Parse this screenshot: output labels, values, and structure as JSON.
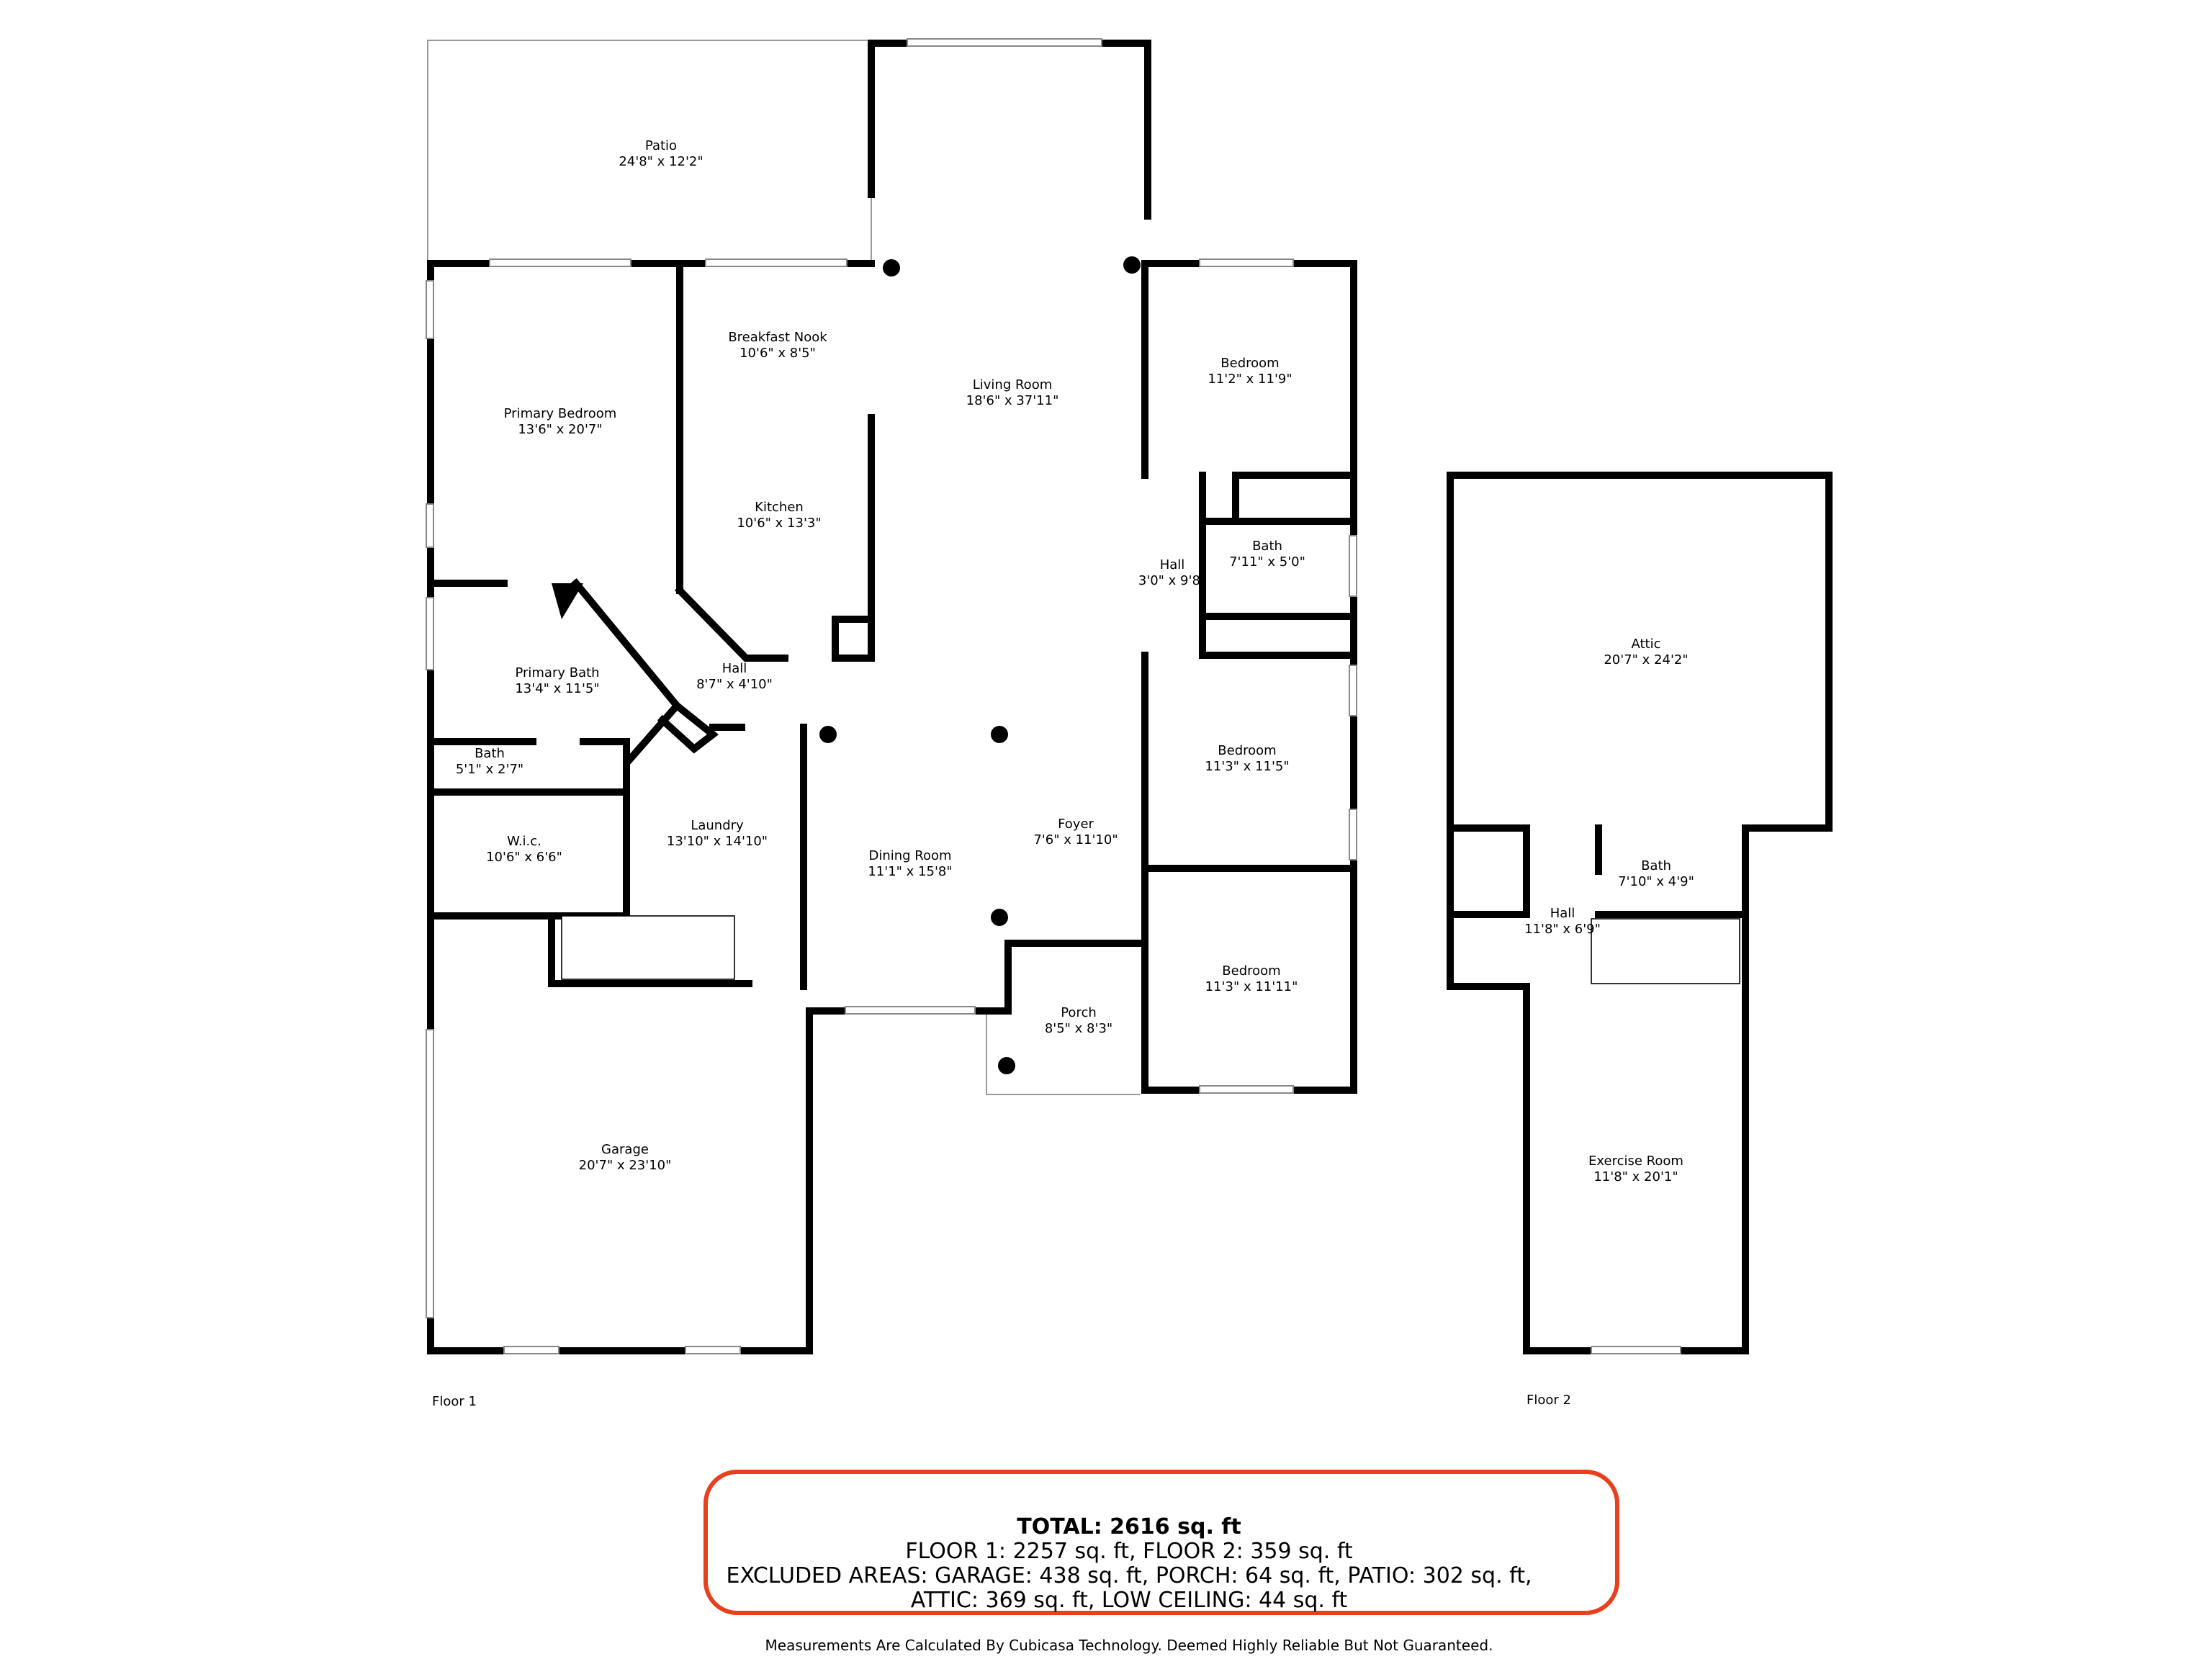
{
  "floors": [
    "Floor 1",
    "Floor 2"
  ],
  "rooms": [
    {
      "name": "Patio",
      "dims": "24'8\" x 12'2\""
    },
    {
      "name": "Living Room",
      "dims": "18'6\" x 37'11\""
    },
    {
      "name": "Breakfast Nook",
      "dims": "10'6\" x 8'5\""
    },
    {
      "name": "Primary Bedroom",
      "dims": "13'6\" x 20'7\""
    },
    {
      "name": "Kitchen",
      "dims": "10'6\" x 13'3\""
    },
    {
      "name": "Bedroom",
      "dims": "11'2\" x 11'9\""
    },
    {
      "name": "Hall",
      "dims": "3'0\" x 9'8\""
    },
    {
      "name": "Bath",
      "dims": "7'11\" x 5'0\""
    },
    {
      "name": "Primary Bath",
      "dims": "13'4\" x 11'5\""
    },
    {
      "name": "Hall",
      "dims": "8'7\" x 4'10\""
    },
    {
      "name": "Bath",
      "dims": "5'1\" x 2'7\""
    },
    {
      "name": "Bedroom",
      "dims": "11'3\" x 11'5\""
    },
    {
      "name": "W.i.c.",
      "dims": "10'6\" x 6'6\""
    },
    {
      "name": "Laundry",
      "dims": "13'10\" x 14'10\""
    },
    {
      "name": "Foyer",
      "dims": "7'6\" x 11'10\""
    },
    {
      "name": "Dining Room",
      "dims": "11'1\" x 15'8\""
    },
    {
      "name": "Bedroom",
      "dims": "11'3\" x 11'11\""
    },
    {
      "name": "Porch",
      "dims": "8'5\" x 8'3\""
    },
    {
      "name": "Garage",
      "dims": "20'7\" x 23'10\""
    },
    {
      "name": "Attic",
      "dims": "20'7\" x 24'2\""
    },
    {
      "name": "Bath",
      "dims": "7'10\" x 4'9\""
    },
    {
      "name": "Hall",
      "dims": "11'8\" x 6'9\""
    },
    {
      "name": "Exercise Room",
      "dims": "11'8\" x 20'1\""
    }
  ],
  "summary": {
    "total": "TOTAL: 2616 sq. ft",
    "floors": "FLOOR 1: 2257 sq. ft, FLOOR 2: 359 sq. ft",
    "excluded1": "EXCLUDED AREAS: GARAGE: 438 sq. ft, PORCH: 64 sq. ft, PATIO: 302 sq. ft,",
    "excluded2": "ATTIC: 369 sq. ft, LOW CEILING: 44 sq. ft"
  },
  "disclaimer": "Measurements Are Calculated By Cubicasa Technology. Deemed Highly Reliable But Not Guaranteed.",
  "colors": {
    "summary_border": "#e8401c",
    "walls": "#000000"
  }
}
